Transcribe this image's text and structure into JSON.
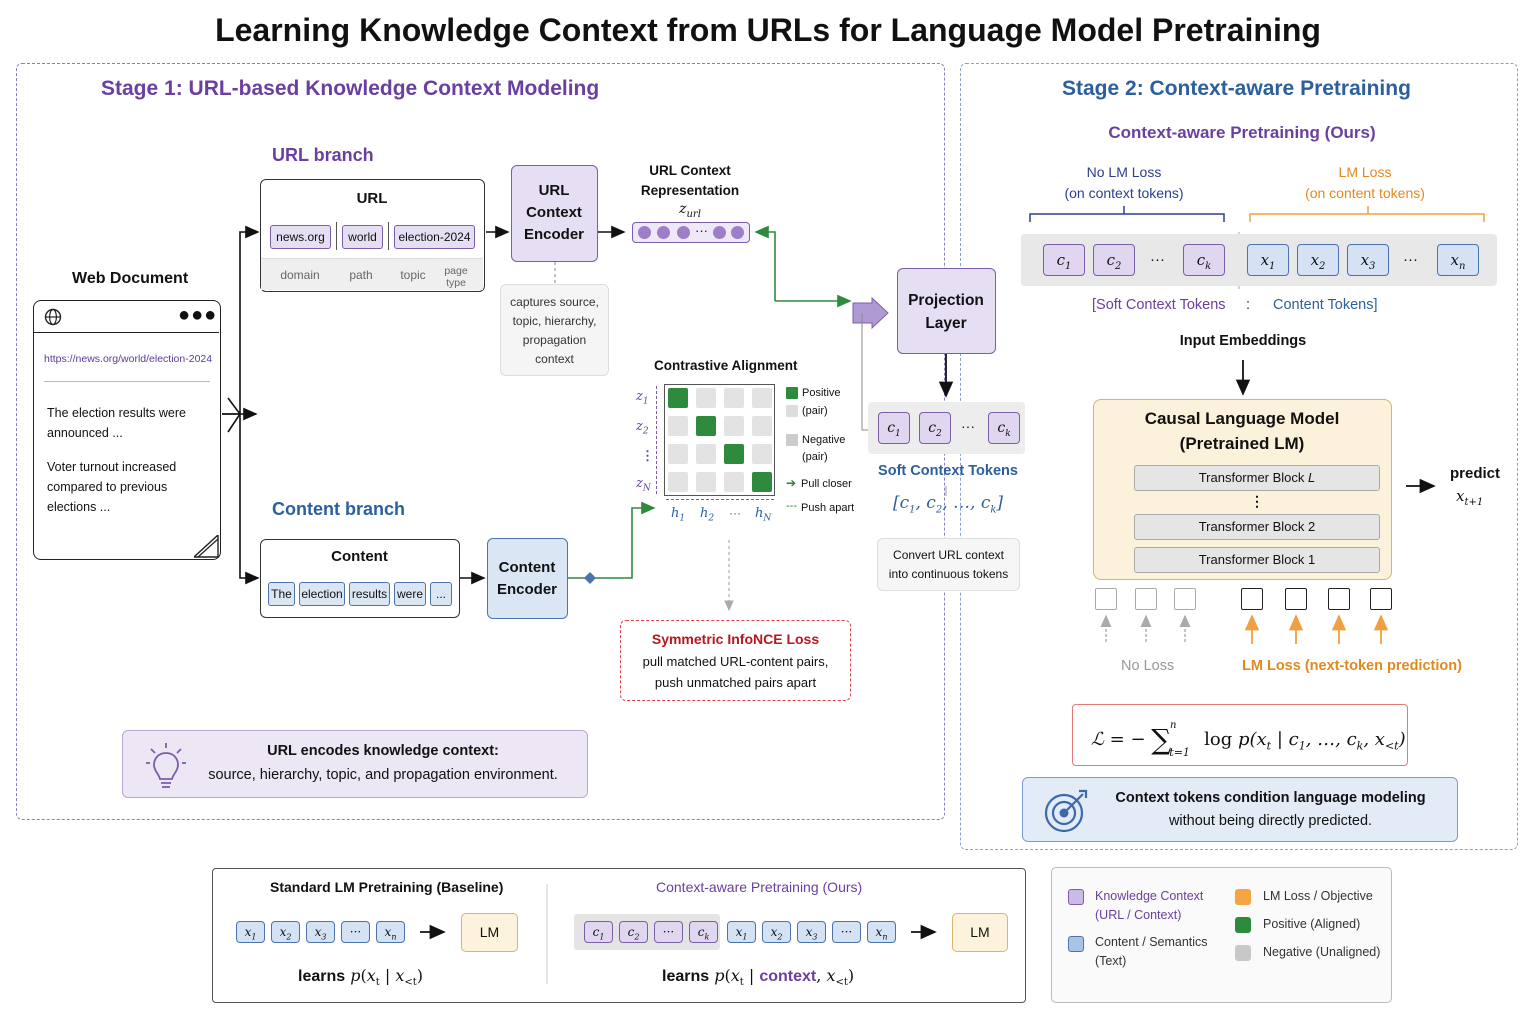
{
  "title": "Learning Knowledge Context from URLs for Language Model Pretraining",
  "stage1": {
    "title": "Stage 1: URL-based Knowledge Context Modeling",
    "web_document": {
      "label": "Web Document",
      "url": "https://news.org/world/election-2024",
      "text1": "The election results were announced ...",
      "text2": "Voter turnout increased compared to previous elections ..."
    },
    "url_branch": {
      "label": "URL branch",
      "box_title": "URL",
      "segments": [
        "news.org",
        "world",
        "election-2024"
      ],
      "segment_types": [
        "domain",
        "path",
        "topic",
        "page type"
      ]
    },
    "url_encoder": {
      "label": "URL Context Encoder",
      "note": "captures source, topic, hierarchy, propagation context"
    },
    "url_repr": {
      "label": "URL Context Representation",
      "symbol": "z_url",
      "dots": "···"
    },
    "content_branch": {
      "label": "Content branch",
      "box_title": "Content",
      "tokens": [
        "The",
        "election",
        "results",
        "were",
        "..."
      ]
    },
    "content_encoder": {
      "label": "Content Encoder"
    },
    "contrastive": {
      "title": "Contrastive Alignment",
      "rows": [
        "z1",
        "z2",
        "⋮",
        "zN"
      ],
      "cols": [
        "h1",
        "h2",
        "···",
        "hN"
      ],
      "legend_positive": "Positive",
      "legend_positive_sub": "(pair)",
      "legend_negative": "Negative",
      "legend_negative_sub": "(pair)",
      "legend_pull": "Pull closer",
      "legend_push": "Push apart"
    },
    "loss": {
      "title": "Symmetric InfoNCE Loss",
      "line1": "pull matched URL-content pairs,",
      "line2": "push unmatched pairs apart"
    },
    "insight": {
      "line1": "URL encodes knowledge context:",
      "line2": "source, hierarchy, topic, and propagation environment."
    },
    "projection": {
      "label": "Projection Layer"
    },
    "soft_tokens": {
      "tokens": [
        "c1",
        "c2",
        "···",
        "ck"
      ],
      "label": "Soft Context Tokens",
      "set": "[c1, c2, ..., ck]",
      "note": "Convert URL context into continuous tokens"
    }
  },
  "stage2": {
    "title": "Stage 2: Context-aware Pretraining",
    "subtitle": "Context-aware Pretraining (Ours)",
    "no_lm_loss": {
      "line1": "No LM Loss",
      "line2": "(on context tokens)"
    },
    "lm_loss": {
      "line1": "LM Loss",
      "line2": "(on content tokens)"
    },
    "context_tokens": [
      "c1",
      "c2",
      "···",
      "ck"
    ],
    "content_tokens": [
      "x1",
      "x2",
      "x3",
      "···",
      "xn"
    ],
    "soft_label": "[Soft Context Tokens",
    "sep": ":",
    "content_label": "Content Tokens]",
    "input_embeddings": "Input Embeddings",
    "clm": {
      "title1": "Causal Language Model",
      "title2": "(Pretrained LM)",
      "blocks": [
        "Transformer Block L",
        "⋮",
        "Transformer Block 2",
        "Transformer Block 1"
      ]
    },
    "predict": {
      "label": "predict",
      "symbol": "x_{t+1}"
    },
    "no_loss": "No Loss",
    "lm_loss_label": "LM Loss (next-token prediction)",
    "formula": "ℒ = − Σ log p(xt | c1, …, ck, x<t)",
    "callout": {
      "line1": "Context tokens condition language modeling",
      "line2": "without being directly predicted."
    }
  },
  "comparison": {
    "baseline_title": "Standard LM Pretraining (Baseline)",
    "baseline_tokens": [
      "x1",
      "x2",
      "x3",
      "···",
      "xn"
    ],
    "lm": "LM",
    "baseline_learns": "learns p(xt | x<t)",
    "ours_title": "Context-aware Pretraining (Ours)",
    "ours_context_tokens": [
      "c1",
      "c2",
      "···",
      "ck"
    ],
    "ours_content_tokens": [
      "x1",
      "x2",
      "x3",
      "···",
      "xn"
    ],
    "ours_learns_prefix": "learns p(xt |",
    "ours_learns_context": "context",
    "ours_learns_suffix": ", x<t)"
  },
  "legend": {
    "knowledge": "Knowledge Context",
    "knowledge_sub": "(URL / Context)",
    "content": "Content / Semantics",
    "content_sub": "(Text)",
    "lm_loss": "LM Loss / Objective",
    "positive": "Positive (Aligned)",
    "negative": "Negative (Unaligned)"
  },
  "colors": {
    "purple": "#7b5ea8",
    "purple_fill": "#e6def3",
    "blue": "#4d73ad",
    "blue_fill": "#dae6f4",
    "orange": "#f0a040",
    "green": "#2e8b3e",
    "gray": "#c8c8c8",
    "red": "#b8171d"
  }
}
